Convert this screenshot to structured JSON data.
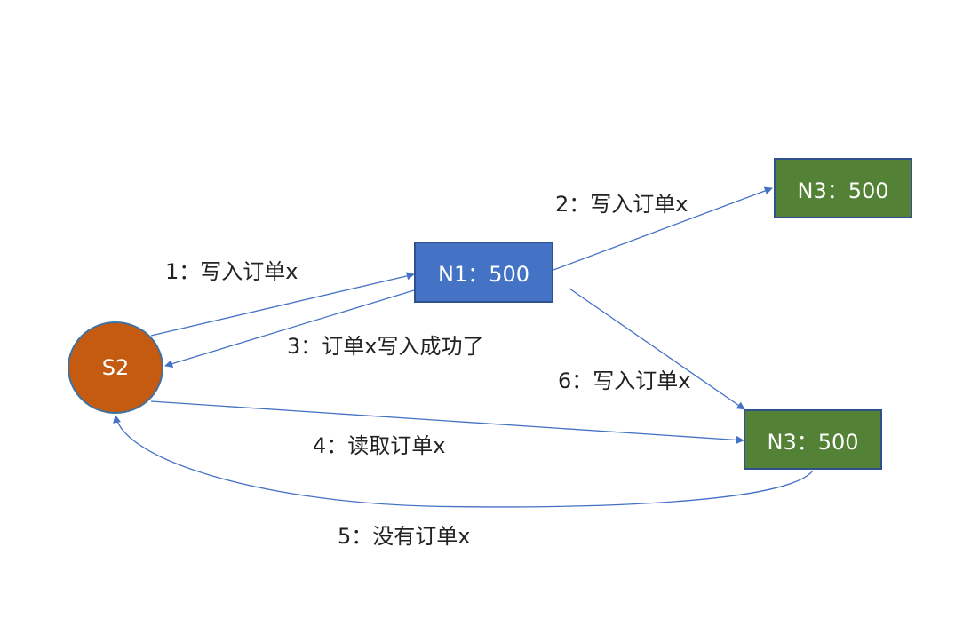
{
  "nodes": {
    "s2": "S2",
    "n1": "N1：500",
    "n3_top": "N3：500",
    "n3_bottom": "N3：500"
  },
  "edges": [
    {
      "step": "1",
      "label": "1：写入订单x",
      "from": "S2",
      "to": "N1：500"
    },
    {
      "step": "2",
      "label": "2：写入订单x",
      "from": "N1：500",
      "to": "N3：500 (top)"
    },
    {
      "step": "3",
      "label": "3：订单x写入成功了",
      "from": "N1：500",
      "to": "S2"
    },
    {
      "step": "4",
      "label": "4：读取订单x",
      "from": "S2",
      "to": "N3：500 (bottom)"
    },
    {
      "step": "5",
      "label": "5：没有订单x",
      "from": "N3：500 (bottom)",
      "to": "S2"
    },
    {
      "step": "6",
      "label": "6：写入订单x",
      "from": "N1：500",
      "to": "N3：500 (bottom)"
    }
  ],
  "colors": {
    "s2_fill": "#c55a11",
    "n1_fill": "#4472c4",
    "n3_fill": "#538135",
    "edge": "#4472c4"
  }
}
